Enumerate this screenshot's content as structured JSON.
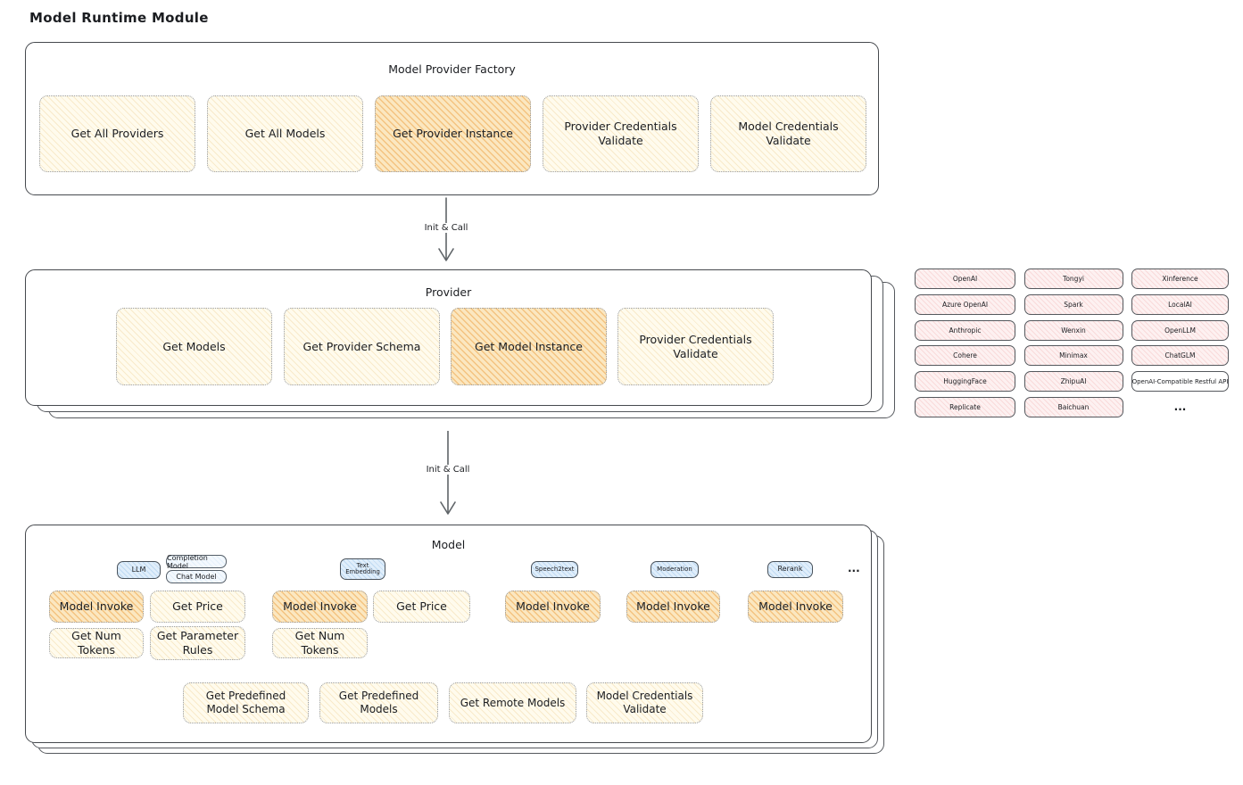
{
  "title": "Model Runtime Module",
  "arrows": {
    "arrow1_label": "Init & Call",
    "arrow2_label": "Init & Call"
  },
  "factory": {
    "label": "Model Provider Factory",
    "boxes": [
      {
        "label": "Get All Providers",
        "highlight": false
      },
      {
        "label": "Get All Models",
        "highlight": false
      },
      {
        "label": "Get Provider Instance",
        "highlight": true
      },
      {
        "label": "Provider Credentials Validate",
        "highlight": false
      },
      {
        "label": "Model Credentials Validate",
        "highlight": false
      }
    ]
  },
  "provider": {
    "label": "Provider",
    "boxes": [
      {
        "label": "Get Models",
        "highlight": false
      },
      {
        "label": "Get Provider Schema",
        "highlight": false
      },
      {
        "label": "Get Model Instance",
        "highlight": true
      },
      {
        "label": "Provider Credentials Validate",
        "highlight": false
      }
    ]
  },
  "provider_list": {
    "rows": [
      [
        "OpenAI",
        "Tongyi",
        "Xinference"
      ],
      [
        "Azure OpenAI",
        "Spark",
        "LocalAI"
      ],
      [
        "Anthropic",
        "Wenxin",
        "OpenLLM"
      ],
      [
        "Cohere",
        "Minimax",
        "ChatGLM"
      ],
      [
        "HuggingFace",
        "ZhipuAI",
        "OpenAI-Compatible Restful API"
      ],
      [
        "Replicate",
        "Baichuan",
        "..."
      ]
    ]
  },
  "model": {
    "label": "Model",
    "ellipsis": "...",
    "columns": [
      {
        "tags": [
          "LLM"
        ],
        "subtags": [
          "Completion Model",
          "Chat Model"
        ],
        "functions": [
          "Model Invoke",
          "Get Price",
          "Get Num Tokens",
          "Get Parameter Rules"
        ]
      },
      {
        "tags": [
          "Text Embedding"
        ],
        "functions": [
          "Model Invoke",
          "Get Price",
          "Get Num Tokens"
        ]
      },
      {
        "tags": [
          "Speech2text"
        ],
        "functions": [
          "Model Invoke"
        ]
      },
      {
        "tags": [
          "Moderation"
        ],
        "functions": [
          "Model Invoke"
        ]
      },
      {
        "tags": [
          "Rerank"
        ],
        "functions": [
          "Model Invoke"
        ]
      }
    ],
    "bottom_boxes": [
      "Get Predefined Model Schema",
      "Get Predefined Models",
      "Get Remote Models",
      "Model Credentials Validate"
    ]
  },
  "colors": {
    "cream_fill": "#fffbed",
    "cream_hatch": "#e9c47c",
    "highlight_fill": "#fbe7c0",
    "highlight_hatch": "#eea64a",
    "blue_tag_fill": "#e0eefb",
    "pink_fill": "#fdf1f1",
    "pink_hatch": "#f0aaaa",
    "container_border": "#46494e",
    "arrow": "#5f6468",
    "text": "#1b1d21"
  }
}
